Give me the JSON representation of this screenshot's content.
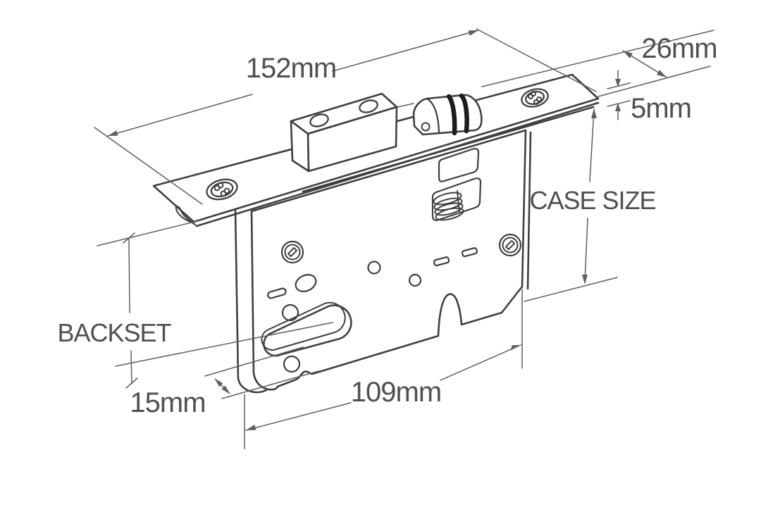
{
  "diagram": {
    "labels": {
      "plate_length": "152mm",
      "plate_width": "26mm",
      "plate_thickness": "5mm",
      "case_size": "CASE SIZE",
      "backset": "BACKSET",
      "case_offset": "15mm",
      "case_length": "109mm"
    },
    "colors": {
      "line": "#3f3f41",
      "dim": "#5f5f61",
      "text": "#505052",
      "band": "#1c1c1c",
      "bg": "#ffffff"
    }
  }
}
